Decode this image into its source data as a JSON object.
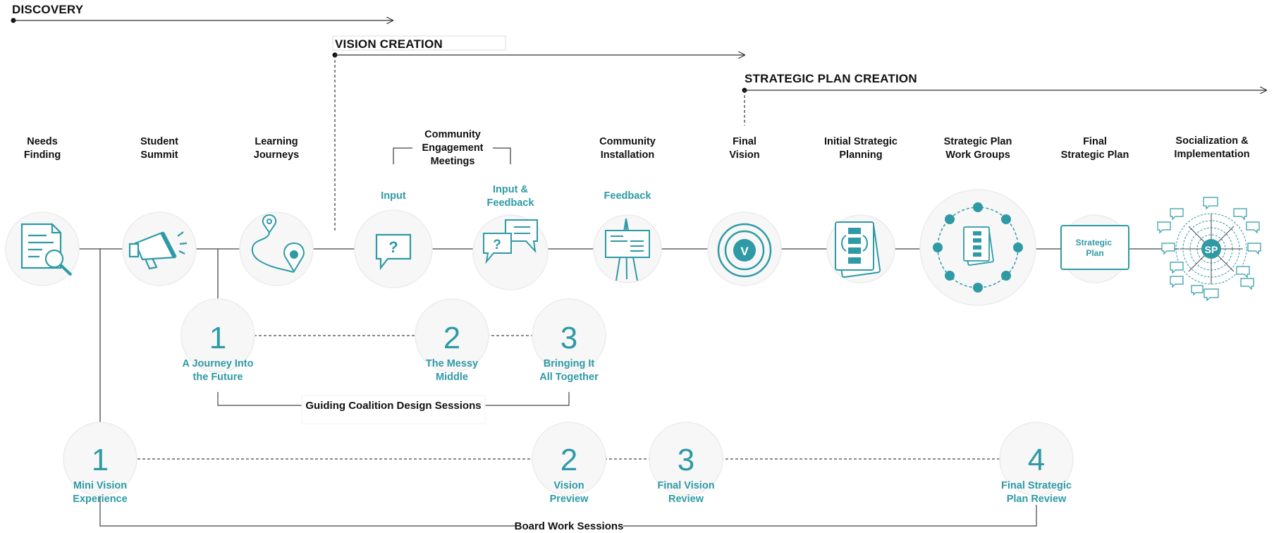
{
  "colors": {
    "accent": "#2e9aa6",
    "line": "#333333",
    "circle_fill": "#f7f7f7",
    "circle_stroke": "#e8e8e8"
  },
  "phases": {
    "discovery": "DISCOVERY",
    "vision": "VISION CREATION",
    "strategic": "STRATEGIC PLAN CREATION"
  },
  "steps": {
    "needs": [
      "Needs",
      "Finding"
    ],
    "summit": [
      "Student",
      "Summit"
    ],
    "journeys": [
      "Learning",
      "Journeys"
    ],
    "community": [
      "Community",
      "Engagement",
      "Meetings"
    ],
    "installation": [
      "Community",
      "Installation"
    ],
    "final_vision": [
      "Final",
      "Vision"
    ],
    "initial_plan": [
      "Initial Strategic",
      "Planning"
    ],
    "work_groups": [
      "Strategic Plan",
      "Work Groups"
    ],
    "final_plan": [
      "Final",
      "Strategic Plan"
    ],
    "socialization": [
      "Socialization &",
      "Implementation"
    ]
  },
  "sublabels": {
    "input": [
      "Input"
    ],
    "input_feedback": [
      "Input &",
      "Feedback"
    ],
    "feedback": [
      "Feedback"
    ]
  },
  "icons": {
    "needs": "document-magnifier-icon",
    "summit": "megaphone-icon",
    "journeys": "map-route-icon",
    "input": "question-bubble-icon",
    "input_feedback": "chat-bubbles-icon",
    "installation": "easel-board-icon",
    "final_vision": "vision-target-icon",
    "initial_plan": "plan-document-icon",
    "work_groups": "work-group-icon",
    "final_plan": "strategic-plan-card-icon",
    "socialization": "sp-network-icon"
  },
  "icon_text": {
    "question": "?",
    "vision_badge": "V",
    "plan_card": [
      "Strategic",
      "Plan"
    ],
    "sp_badge": "SP"
  },
  "design_sessions": {
    "caption": "Guiding Coalition Design Sessions",
    "items": [
      {
        "number": "1",
        "label": [
          "A Journey Into",
          "the Future"
        ]
      },
      {
        "number": "2",
        "label": [
          "The Messy",
          "Middle"
        ]
      },
      {
        "number": "3",
        "label": [
          "Bringing It",
          "All Together"
        ]
      }
    ]
  },
  "board_sessions": {
    "caption": "Board Work Sessions",
    "items": [
      {
        "number": "1",
        "label": [
          "Mini Vision",
          "Experience"
        ]
      },
      {
        "number": "2",
        "label": [
          "Vision",
          "Preview"
        ]
      },
      {
        "number": "3",
        "label": [
          "Final Vision",
          "Review"
        ]
      },
      {
        "number": "4",
        "label": [
          "Final Strategic",
          "Plan Review"
        ]
      }
    ]
  }
}
